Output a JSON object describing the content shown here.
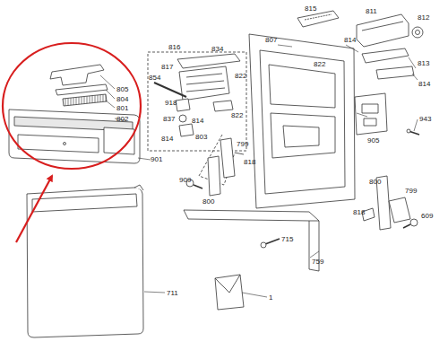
{
  "diagram": {
    "labels": [
      "815",
      "811",
      "812",
      "816",
      "807",
      "814",
      "834",
      "822",
      "822",
      "817",
      "813",
      "854",
      "814",
      "805",
      "804",
      "801",
      "802",
      "918",
      "822",
      "905",
      "943",
      "837",
      "814",
      "803",
      "814",
      "799",
      "818",
      "901",
      "800",
      "909",
      "800",
      "799",
      "818",
      "609",
      "711",
      "715",
      "759",
      "1"
    ]
  }
}
